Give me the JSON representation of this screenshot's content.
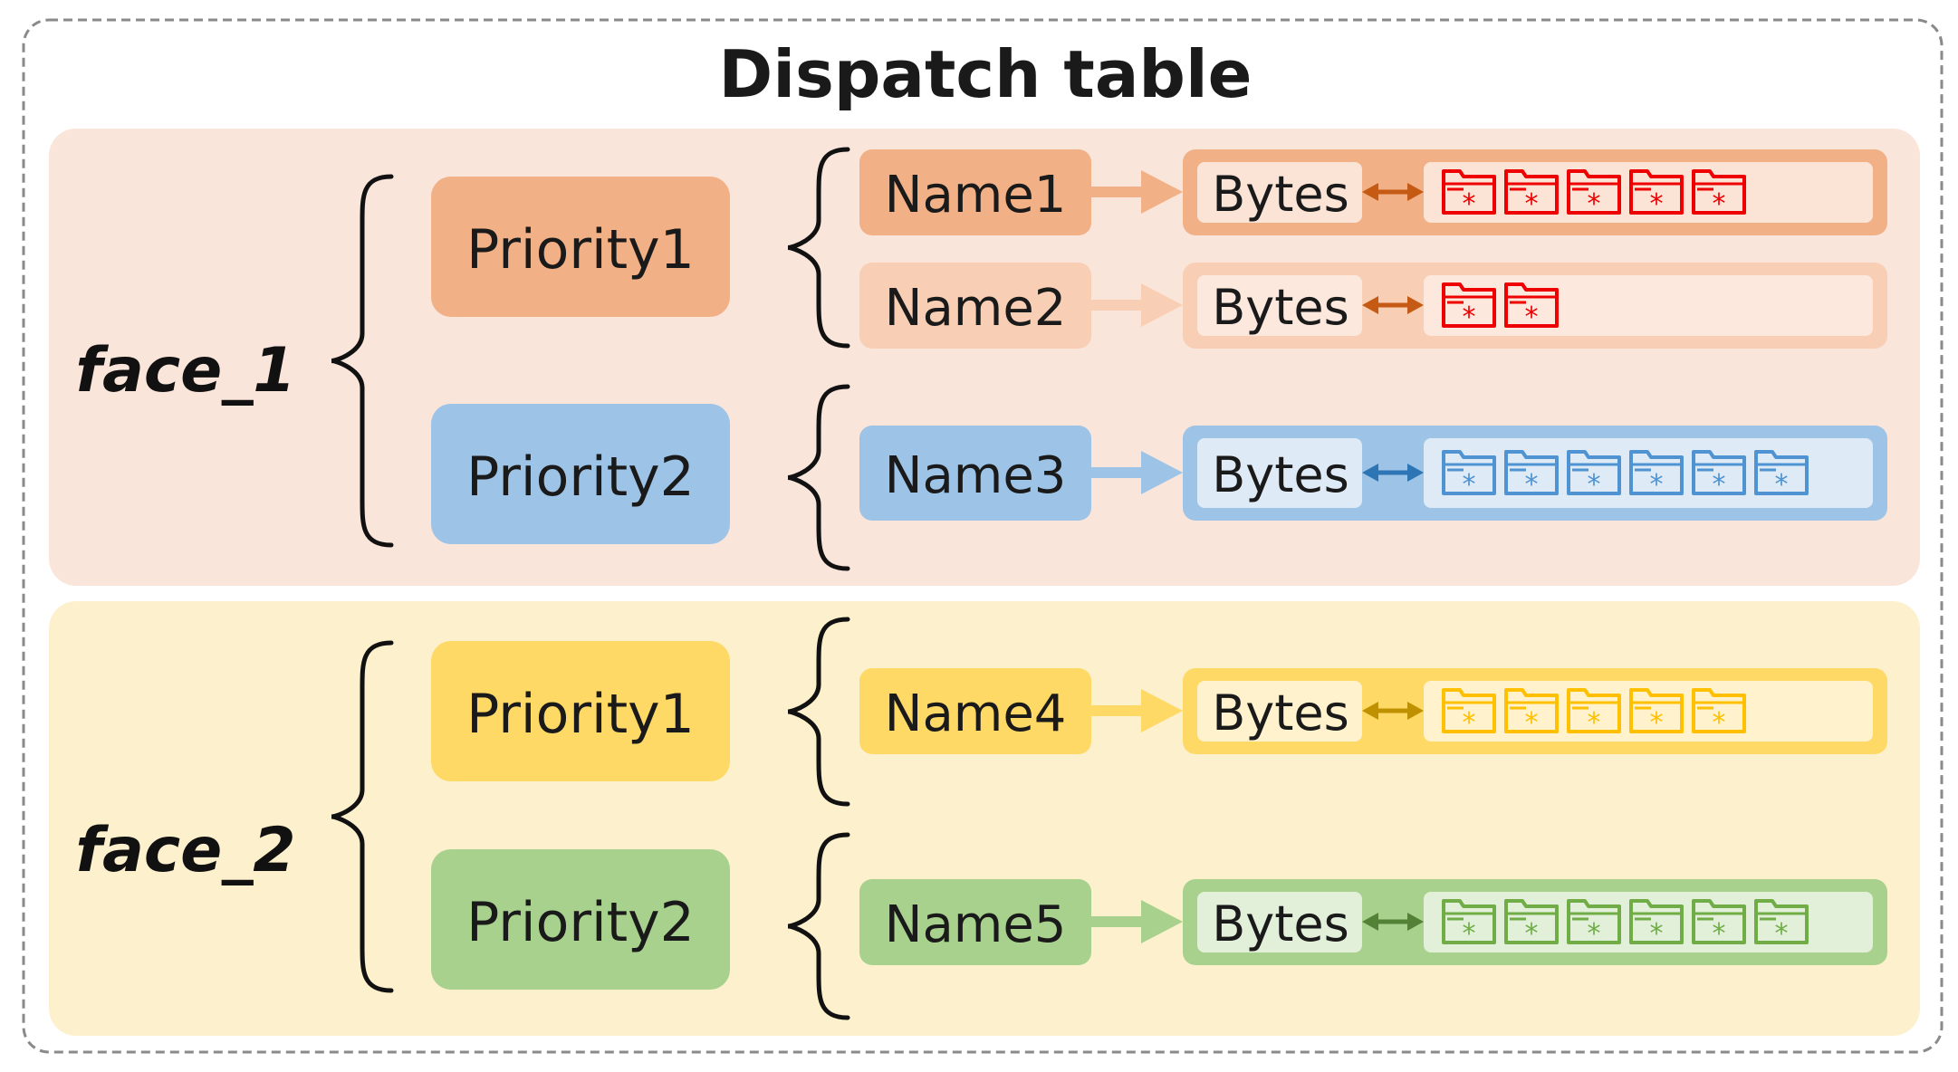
{
  "title": "Dispatch table",
  "colors": {
    "border": "#8a8a8a",
    "text": "#1a1a1a"
  },
  "faces": [
    {
      "label": "face_1",
      "background": "#fae5da",
      "priorities": [
        {
          "label": "Priority1",
          "color": "#f2b086",
          "names": [
            {
              "label": "Name1",
              "box_color": "#f2b086",
              "arrow_color": "#f2b086",
              "bytes_label": "Bytes",
              "row_color": "#f2b086",
              "inner_color": "#fbe4d6",
              "link_color": "#c45a14",
              "icon_color": "#ee0000",
              "icon": "folder-star-icon",
              "icon_count": 5
            },
            {
              "label": "Name2",
              "box_color": "#f8cfb5",
              "arrow_color": "#f8cfb5",
              "bytes_label": "Bytes",
              "row_color": "#f8cfb5",
              "inner_color": "#fce8dc",
              "link_color": "#c45a14",
              "icon_color": "#ee0000",
              "icon": "folder-star-icon",
              "icon_count": 2
            }
          ]
        },
        {
          "label": "Priority2",
          "color": "#9dc3e6",
          "names": [
            {
              "label": "Name3",
              "box_color": "#9dc3e6",
              "arrow_color": "#9dc3e6",
              "bytes_label": "Bytes",
              "row_color": "#9dc3e6",
              "inner_color": "#deebf7",
              "link_color": "#2e75b6",
              "icon_color": "#4f93d2",
              "icon": "folder-star-icon",
              "icon_count": 6
            }
          ]
        }
      ]
    },
    {
      "label": "face_2",
      "background": "#fdf0cc",
      "priorities": [
        {
          "label": "Priority1",
          "color": "#ffd966",
          "names": [
            {
              "label": "Name4",
              "box_color": "#ffd966",
              "arrow_color": "#ffd966",
              "bytes_label": "Bytes",
              "row_color": "#ffd966",
              "inner_color": "#fff2cc",
              "link_color": "#bf9000",
              "icon_color": "#ffc000",
              "icon": "folder-star-icon",
              "icon_count": 5
            }
          ]
        },
        {
          "label": "Priority2",
          "color": "#a9d18e",
          "names": [
            {
              "label": "Name5",
              "box_color": "#a9d18e",
              "arrow_color": "#a9d18e",
              "bytes_label": "Bytes",
              "row_color": "#a9d18e",
              "inner_color": "#e2f0d9",
              "link_color": "#538135",
              "icon_color": "#70ad47",
              "icon": "folder-star-icon",
              "icon_count": 6
            }
          ]
        }
      ]
    }
  ]
}
